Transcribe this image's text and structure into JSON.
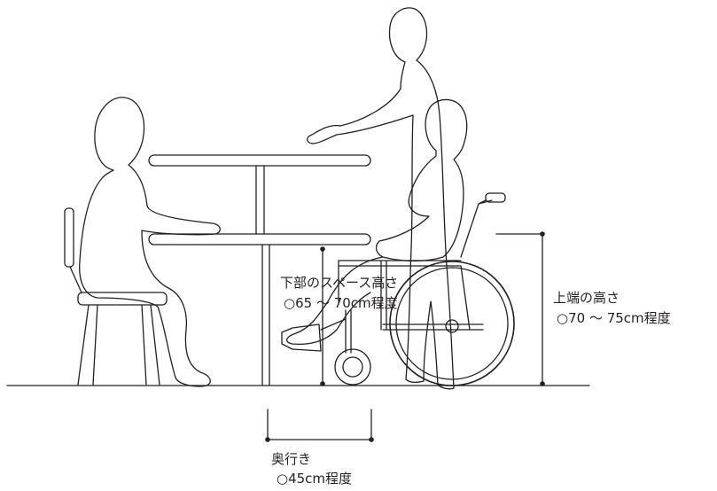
{
  "labels": {
    "lower_space_title": "下部のスペース高さ",
    "lower_space_value": "○65 ～ 70cm程度",
    "top_height_title": "上端の高さ",
    "top_height_value": "○70 ～ 75cm程度",
    "depth_title": "奥行き",
    "depth_value": "○45cm程度"
  }
}
